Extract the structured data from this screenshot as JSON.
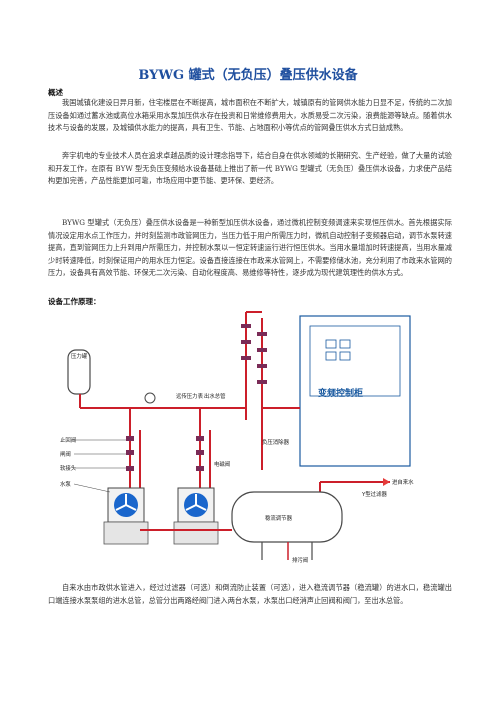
{
  "doc": {
    "title": "BYWG 罐式（无负压）叠压供水设备",
    "overview_heading": "概述",
    "paragraphs": [
      "我国城镇化建设日异月新，住宅楼层在不断提高，城市面积在不断扩大，城镇原有的管网供水能力日显不足，传统的二次加压设备如通过蓄水池或高位水箱采用水泵加压供水存在投资和日常维修费用大，水质易受二次污染，浪费能源等缺点。随着供水技术与设备的发展，及城镇供水能力的提高，具有卫生、节能、占地面积小等优点的管网叠压供水方式日益成熟。",
      "奔宇机电的专业技术人员在追求卓越品质的设计理念指导下，结合自身在供水领域的长期研究、生产经验，做了大量的试验和开发工作，在原有 BYW 型无负压变频给水设备基础上推出了新一代 BYWG 型罐式（无负压）叠压供水设备，力求使产品结构更加完善，产品性能更加可靠，市场应用中更节能、更环保、更经济。",
      "BYWG 型罐式（无负压）叠压供水设备是一种新型加压供水设备，通过微机控制变频调速来实现恒压供水。首先根据实际情况设定用水点工作压力，并时刻监测市政管网压力，当压力低于用户所需压力时，微机自动控制子变频器启动，调节水泵转速提高，直到管网压力上升到用户所需压力，并控制水泵以一恒定转速运行进行恒压供水。当用水量增加时转速提高，当用水量减少时转速降低，时刻保证用户的用水压力恒定。设备直接连接在市政来水管网上，不需要修储水池，充分利用了市政来水管网的压力，设备具有高效节能、环保无二次污染、自动化程度高、易维修等特性，逐步成为现代建筑理性的供水方式。",
      "自来水由市政供水管进入，经过过滤器（可选）和倒流防止装置（可选），进入稳流调节器（稳流罐）的进水口，稳流罐出口端连接水泵泵组的进水总管，总管分出两路经阀门进入两台水泵，水泵出口经消声止回阀和阀门，至出水总管。"
    ],
    "principle_heading": "设备工作原理："
  },
  "diagram": {
    "labels": {
      "control_cabinet": "变频控制柜",
      "pressure_tank": "压力罐",
      "remote_gauge": "远传压力表",
      "outlet_header": "出水总管",
      "check_valve": "止回阀",
      "gate_valve": "闸阀",
      "soft_joint": "软接头",
      "pump": "水泵",
      "motor_valve": "电磁阀",
      "negative_preventer": "负压消除器",
      "filter": "Y型过滤器",
      "municipal_inlet": "进自来水",
      "stabilizer": "稳流调节器",
      "drain_valve": "排污阀"
    },
    "colors": {
      "pipe": "#cc1f2a",
      "tank": "#4a4a4a",
      "cabinet": "#1a5aa0",
      "accent": "#e53b3b"
    }
  }
}
